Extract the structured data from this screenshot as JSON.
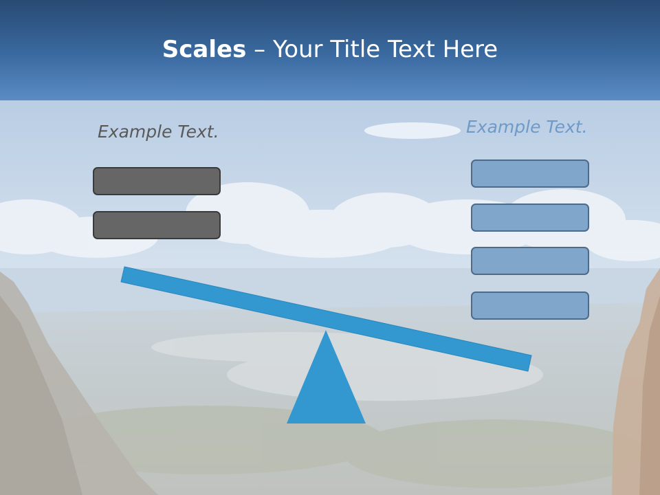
{
  "slide": {
    "title_bold": "Scales",
    "title_rest": " – Your Title Text Here",
    "left_label": "Example Text.",
    "right_label": "Example Text.",
    "left_box_count": 2,
    "right_box_count": 4
  },
  "colors": {
    "header_dark": "#284a73",
    "header_light": "#5b8cc4",
    "beam": "#3498d0",
    "fulcrum": "#3498d0",
    "left_box_fill": "#666666",
    "right_box_fill": "#80a6cc",
    "left_label": "#595959",
    "right_label": "#6f9ac8"
  }
}
